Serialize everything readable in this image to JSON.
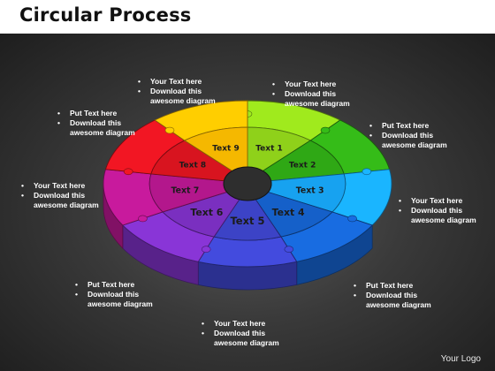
{
  "title": "Circular Process",
  "logo": "Your Logo",
  "segments": [
    {
      "label": "Text 1",
      "color": "#8fd11a"
    },
    {
      "label": "Text 2",
      "color": "#2fa815"
    },
    {
      "label": "Text 3",
      "color": "#17a2f0"
    },
    {
      "label": "Text 4",
      "color": "#1560c9"
    },
    {
      "label": "Text 5",
      "color": "#3c43c6"
    },
    {
      "label": "Text 6",
      "color": "#7a2fc0"
    },
    {
      "label": "Text 7",
      "color": "#b3178c"
    },
    {
      "label": "Text 8",
      "color": "#d8141f"
    },
    {
      "label": "Text 9",
      "color": "#f5b800"
    }
  ],
  "notes": [
    {
      "line1": "Your Text  here",
      "line2": "Download this",
      "line3": "awesome diagram"
    },
    {
      "line1": "Your Text here",
      "line2": "Download this",
      "line3": "awesome diagram"
    },
    {
      "line1": "Put Text here",
      "line2": "Download this",
      "line3": "awesome diagram"
    },
    {
      "line1": "Your Text here",
      "line2": "Download this",
      "line3": "awesome diagram"
    },
    {
      "line1": "Put Text here",
      "line2": "Download this",
      "line3": "awesome diagram"
    },
    {
      "line1": "Your Text here",
      "line2": "Download this",
      "line3": "awesome diagram"
    },
    {
      "line1": "Put Text  here",
      "line2": "Download this",
      "line3": "awesome diagram"
    },
    {
      "line1": "Your Text  here",
      "line2": "Download this",
      "line3": "awesome diagram"
    },
    {
      "line1": "Put Text  here",
      "line2": "Download this",
      "line3": "awesome diagram"
    }
  ]
}
